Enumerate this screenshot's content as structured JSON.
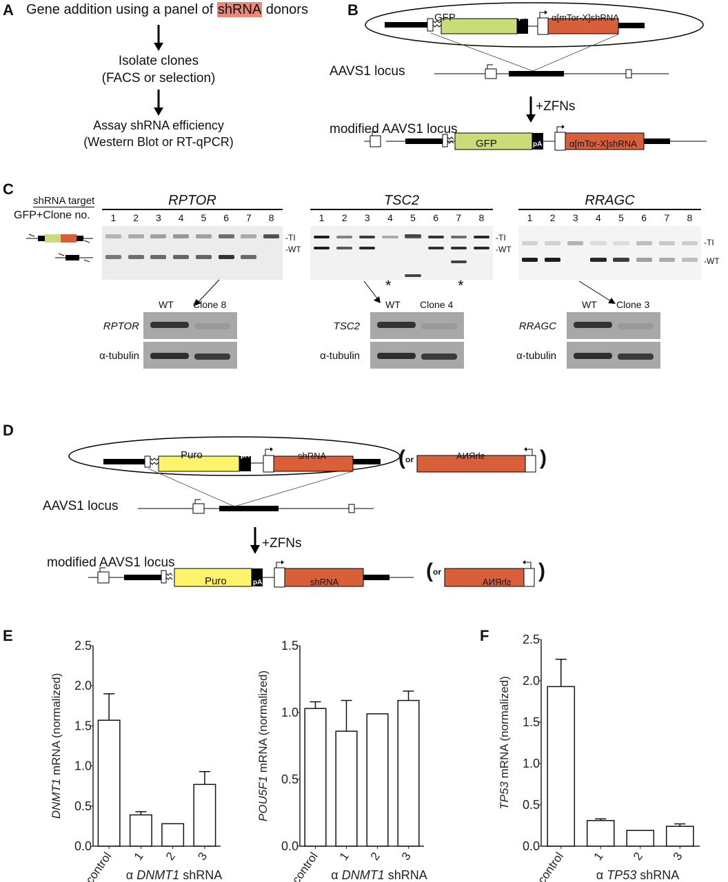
{
  "panels": {
    "A": {
      "label": "A",
      "line1_pre": "Gene addition using a panel of ",
      "line1_highlight": "shRNA",
      "line1_post": " donors",
      "step2_line1": "Isolate clones",
      "step2_line2": "(FACS or selection)",
      "step3_line1": "Assay shRNA efficiency",
      "step3_line2": "(Western Blot or RT-qPCR)",
      "highlight_color": "#e8887a"
    },
    "B": {
      "label": "B",
      "reporter": "GFP",
      "polyA": "pA",
      "shrna_cassette": "α[mTor-X]shRNA",
      "locus_label": "AAVS1 locus",
      "treatment": "+ZFNs",
      "modified_label": "modified AAVS1 locus",
      "colors": {
        "gfp": "#c8dc78",
        "shrna": "#d95f3b",
        "arm": "#000000"
      }
    },
    "C": {
      "label": "C",
      "row_label_top": "shRNA target",
      "row_label_bottom": "GFP+Clone no.",
      "band_labels": [
        "-TI",
        "-WT"
      ],
      "gels": [
        {
          "target": "RPTOR",
          "lanes": [
            "1",
            "2",
            "3",
            "4",
            "5",
            "6",
            "7",
            "8"
          ],
          "selected_clone": "Clone 8"
        },
        {
          "target": "TSC2",
          "lanes": [
            "1",
            "2",
            "3",
            "4",
            "5",
            "6",
            "7",
            "8"
          ],
          "selected_clone": "Clone 4",
          "asterisks": [
            "*",
            "*"
          ]
        },
        {
          "target": "RRAGC",
          "lanes": [
            "1",
            "2",
            "3",
            "4",
            "5",
            "6",
            "7",
            "8"
          ],
          "selected_clone": "Clone 3"
        }
      ],
      "western": {
        "wt_label": "WT",
        "loading_control": "α-tubulin"
      }
    },
    "D": {
      "label": "D",
      "reporter": "Puro",
      "polyA": "pA",
      "shrna_cassette": "shRNA",
      "alt_or": "or",
      "alt_shrna_mirrored": "shRNA",
      "locus_label": "AAVS1 locus",
      "treatment": "+ZFNs",
      "modified_label": "modified AAVS1 locus",
      "colors": {
        "puro": "#fff36b",
        "shrna": "#d95f3b"
      }
    },
    "E": {
      "label": "E"
    },
    "F": {
      "label": "F"
    }
  },
  "chart_data": [
    {
      "type": "bar",
      "panel": "E-left",
      "title": "",
      "categories": [
        "control",
        "1",
        "2",
        "3"
      ],
      "values": [
        1.57,
        0.39,
        0.28,
        0.77
      ],
      "error_upper": [
        0.33,
        0.04,
        0.0,
        0.16
      ],
      "ylabel_italic": "DNMT1",
      "ylabel": " mRNA (normalized)",
      "xlabel_prefix": "α ",
      "xlabel_italic": "DNMT1",
      "xlabel_suffix": " shRNA",
      "ylim": [
        0,
        2.5
      ],
      "yticks": [
        "0.0",
        "0.5",
        "1.0",
        "1.5",
        "2.0",
        "2.5"
      ],
      "ytick_values": [
        0,
        0.5,
        1.0,
        1.5,
        2.0,
        2.5
      ],
      "grid": false
    },
    {
      "type": "bar",
      "panel": "E-right",
      "title": "",
      "categories": [
        "control",
        "1",
        "2",
        "3"
      ],
      "values": [
        1.03,
        0.86,
        0.99,
        1.09
      ],
      "error_upper": [
        0.05,
        0.23,
        0.0,
        0.07
      ],
      "ylabel_italic": "POU5F1",
      "ylabel": " mRNA (normalized)",
      "xlabel_prefix": "α ",
      "xlabel_italic": "DNMT1",
      "xlabel_suffix": " shRNA",
      "ylim": [
        0,
        1.5
      ],
      "yticks": [
        "0.0",
        "0.5",
        "1.0",
        "1.5"
      ],
      "ytick_values": [
        0,
        0.5,
        1.0,
        1.5
      ],
      "grid": false
    },
    {
      "type": "bar",
      "panel": "F",
      "title": "",
      "categories": [
        "control",
        "1",
        "2",
        "3"
      ],
      "values": [
        1.93,
        0.31,
        0.19,
        0.24
      ],
      "error_upper": [
        0.33,
        0.02,
        0.0,
        0.03
      ],
      "ylabel_italic": "TP53",
      "ylabel": " mRNA (normalized)",
      "xlabel_prefix": "α ",
      "xlabel_italic": "TP53",
      "xlabel_suffix": " shRNA",
      "ylim": [
        0,
        2.5
      ],
      "yticks": [
        "0.0",
        "0.5",
        "1.0",
        "1.5",
        "2.0",
        "2.5"
      ],
      "ytick_values": [
        0,
        0.5,
        1.0,
        1.5,
        2.0,
        2.5
      ],
      "grid": false
    }
  ]
}
